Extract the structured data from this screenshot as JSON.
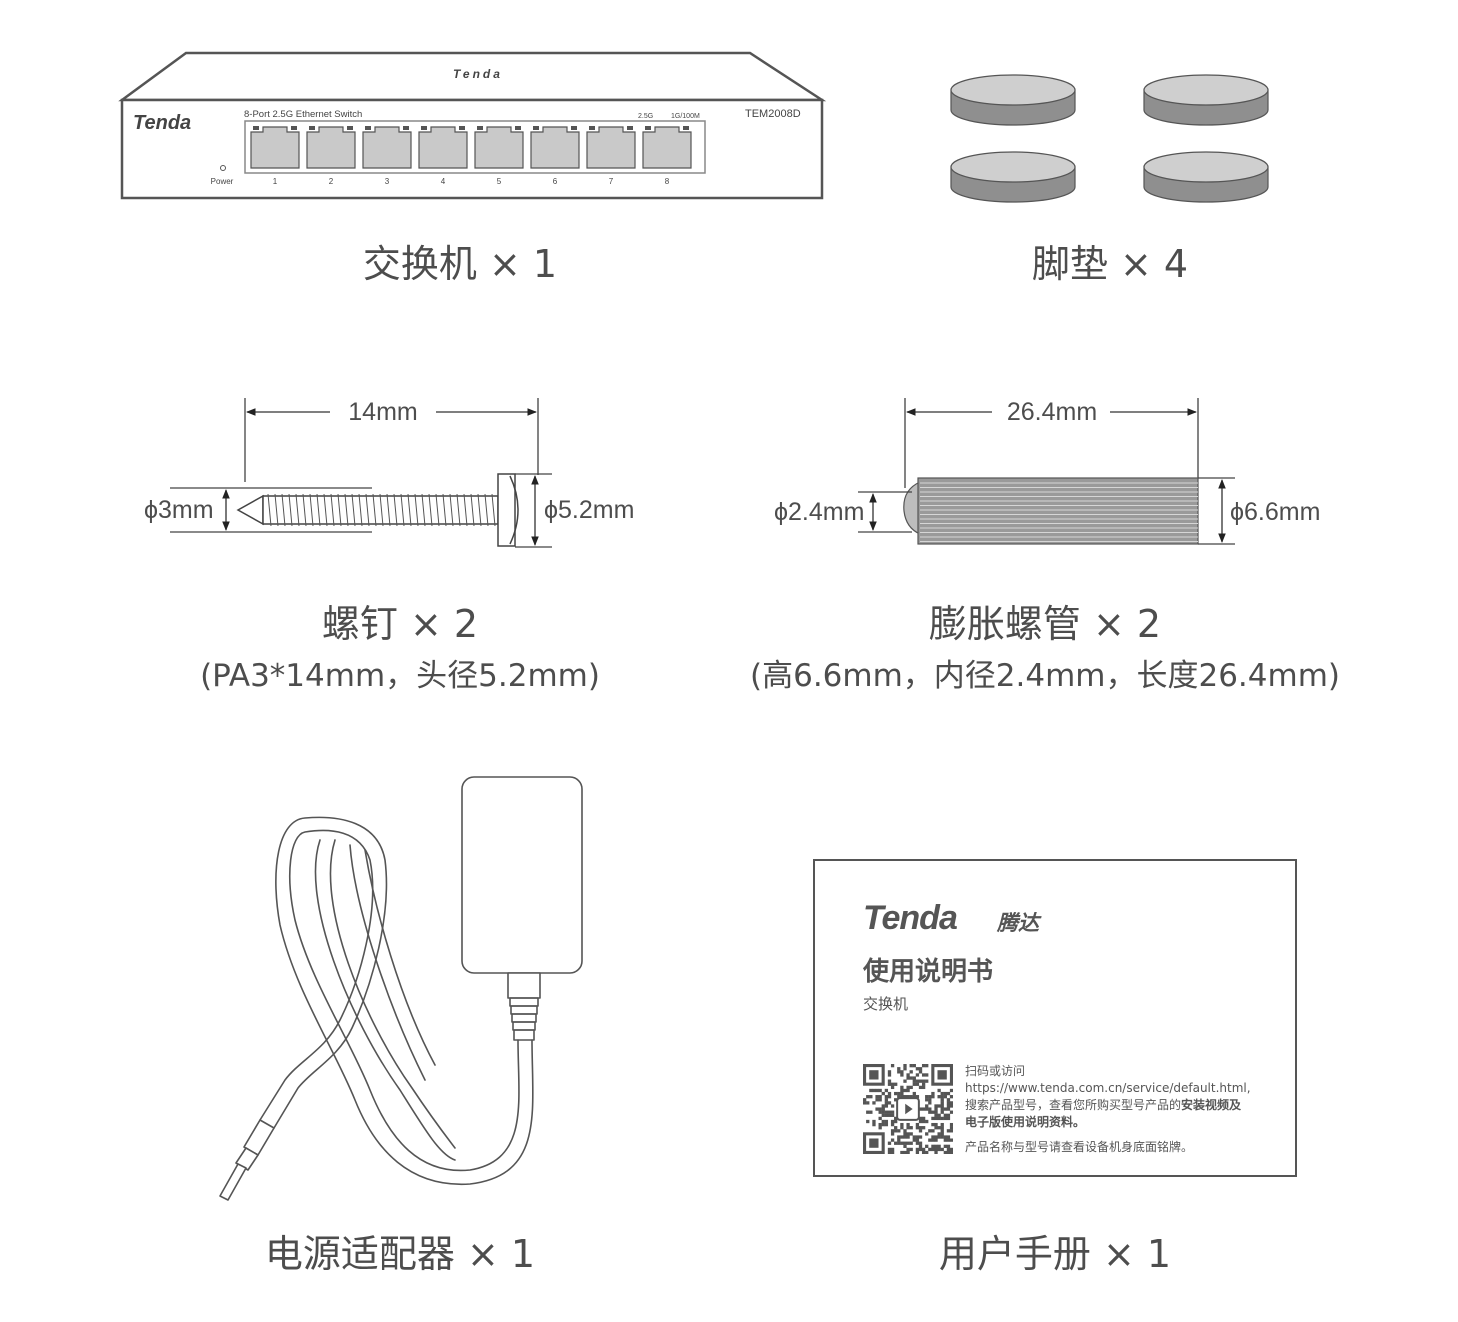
{
  "colors": {
    "text": "#4d4d4d",
    "line": "#555555",
    "pad_top": "#cfcfcf",
    "pad_side": "#8f8f8f",
    "port_fill": "#c9c9c9"
  },
  "switch": {
    "top_logo": "Tenda",
    "logo": "Tenda",
    "product_line": "8-Port 2.5G Ethernet Switch",
    "speed_label_1": "2.5G",
    "speed_label_2": "1G/100M",
    "model": "TEM2008D",
    "power_label": "Power",
    "ports": [
      "1",
      "2",
      "3",
      "4",
      "5",
      "6",
      "7",
      "8"
    ],
    "caption": "交换机 × 1"
  },
  "foot_pads": {
    "count": 4,
    "caption": "脚垫 × 4"
  },
  "screw": {
    "length_label": "14mm",
    "shaft_diameter_label": "ϕ3mm",
    "head_diameter_label": "ϕ5.2mm",
    "caption": "螺钉 × 2",
    "spec": "(PA3*14mm，头径5.2mm)"
  },
  "anchor": {
    "length_label": "26.4mm",
    "inner_diameter_label": "ϕ2.4mm",
    "outer_diameter_label": "ϕ6.6mm",
    "caption": "膨胀螺管 × 2",
    "spec": "(高6.6mm，内径2.4mm，长度26.4mm)"
  },
  "adapter": {
    "caption": "电源适配器 × 1"
  },
  "manual": {
    "brand": "Tenda",
    "brand_cn": "腾达",
    "title": "使用说明书",
    "subtitle": "交换机",
    "line1": "扫码或访问",
    "line2": "https://www.tenda.com.cn/service/default.html,",
    "line3_normal": "搜索产品型号，查看您所购买型号产品的",
    "line3_bold": "安装视频及",
    "line4_bold": "电子版使用说明资料。",
    "line5": "产品名称与型号请查看设备机身底面铭牌。",
    "caption": "用户手册 × 1"
  }
}
